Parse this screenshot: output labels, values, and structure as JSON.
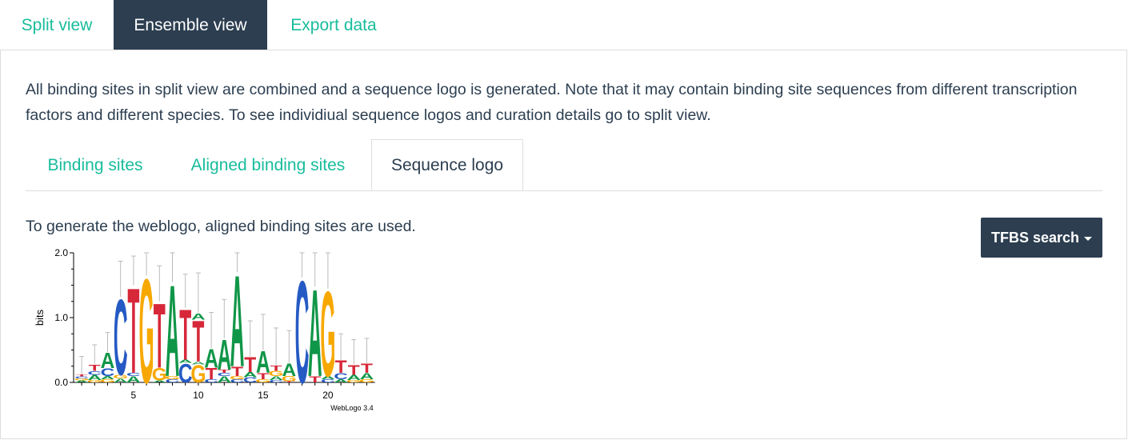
{
  "top_tabs": [
    {
      "label": "Split view",
      "active": false
    },
    {
      "label": "Ensemble view",
      "active": true
    },
    {
      "label": "Export data",
      "active": false
    }
  ],
  "intro_text": "All binding sites in split view are combined and a sequence logo is generated. Note that it may contain binding site sequences from different transcription factors and different species. To see individiual sequence logos and curation details go to split view.",
  "sub_tabs": [
    {
      "label": "Binding sites",
      "active": false
    },
    {
      "label": "Aligned binding sites",
      "active": false
    },
    {
      "label": "Sequence logo",
      "active": true
    }
  ],
  "weblogo_note": "To generate the weblogo, aligned binding sites are used.",
  "tfbs_button": {
    "label": "TFBS search",
    "icon": "caret-down-icon"
  },
  "colors": {
    "A": "#109648",
    "C": "#255ac4",
    "G": "#f7a800",
    "T": "#d62839",
    "accent": "#18bc9c",
    "dark": "#2c3e50"
  },
  "chart_data": {
    "type": "sequence-logo",
    "ylabel": "bits",
    "ylim": [
      0,
      2.0
    ],
    "yticks": [
      "0.0",
      "1.0",
      "2.0"
    ],
    "xticks": [
      5,
      10,
      15,
      20
    ],
    "credit": "WebLogo 3.4",
    "positions": [
      {
        "pos": 1,
        "stack": [
          [
            "A",
            0.03
          ],
          [
            "G",
            0.03
          ],
          [
            "C",
            0.03
          ],
          [
            "T",
            0.03
          ]
        ],
        "err": 0.28
      },
      {
        "pos": 2,
        "stack": [
          [
            "G",
            0.04
          ],
          [
            "A",
            0.08
          ],
          [
            "C",
            0.06
          ],
          [
            "T",
            0.1
          ]
        ],
        "err": 0.3
      },
      {
        "pos": 3,
        "stack": [
          [
            "G",
            0.05
          ],
          [
            "A",
            0.05
          ],
          [
            "C",
            0.12
          ],
          [
            "A",
            0.25
          ]
        ],
        "err": 0.3
      },
      {
        "pos": 4,
        "stack": [
          [
            "A",
            0.06
          ],
          [
            "G",
            0.06
          ],
          [
            "C",
            1.2
          ]
        ],
        "err": 0.55
      },
      {
        "pos": 5,
        "stack": [
          [
            "A",
            0.1
          ],
          [
            "C",
            0.05
          ],
          [
            "T",
            1.35
          ]
        ],
        "err": 0.45
      },
      {
        "pos": 6,
        "stack": [
          [
            "G",
            1.65
          ]
        ],
        "err": 0.35
      },
      {
        "pos": 7,
        "stack": [
          [
            "A",
            0.03
          ],
          [
            "G",
            0.2
          ],
          [
            "T",
            1.02
          ]
        ],
        "err": 0.55
      },
      {
        "pos": 8,
        "stack": [
          [
            "C",
            0.05
          ],
          [
            "G",
            0.05
          ],
          [
            "A",
            1.45
          ]
        ],
        "err": 0.5
      },
      {
        "pos": 9,
        "stack": [
          [
            "C",
            0.3
          ],
          [
            "A",
            0.05
          ],
          [
            "T",
            0.8
          ]
        ],
        "err": 0.52
      },
      {
        "pos": 10,
        "stack": [
          [
            "G",
            0.28
          ],
          [
            "A",
            0.04
          ],
          [
            "T",
            0.65
          ],
          [
            "A",
            0.1
          ]
        ],
        "err": 0.62
      },
      {
        "pos": 11,
        "stack": [
          [
            "C",
            0.05
          ],
          [
            "T",
            0.18
          ],
          [
            "A",
            0.3
          ]
        ],
        "err": 0.55
      },
      {
        "pos": 12,
        "stack": [
          [
            "A",
            0.1
          ],
          [
            "C",
            0.05
          ],
          [
            "T",
            0.05
          ],
          [
            "A",
            0.48
          ]
        ],
        "err": 0.6
      },
      {
        "pos": 13,
        "stack": [
          [
            "C",
            0.05
          ],
          [
            "G",
            0.05
          ],
          [
            "T",
            0.15
          ],
          [
            "A",
            1.45
          ]
        ],
        "err": 0.6
      },
      {
        "pos": 14,
        "stack": [
          [
            "C",
            0.08
          ],
          [
            "A",
            0.08
          ],
          [
            "T",
            0.24
          ]
        ],
        "err": 0.55
      },
      {
        "pos": 15,
        "stack": [
          [
            "G",
            0.05
          ],
          [
            "T",
            0.1
          ],
          [
            "A",
            0.35
          ]
        ],
        "err": 0.55
      },
      {
        "pos": 16,
        "stack": [
          [
            "C",
            0.04
          ],
          [
            "A",
            0.06
          ],
          [
            "G",
            0.08
          ],
          [
            "T",
            0.08
          ]
        ],
        "err": 0.58
      },
      {
        "pos": 17,
        "stack": [
          [
            "T",
            0.02
          ],
          [
            "G",
            0.08
          ],
          [
            "A",
            0.2
          ]
        ],
        "err": 0.5
      },
      {
        "pos": 18,
        "stack": [
          [
            "C",
            1.62
          ]
        ],
        "err": 0.42
      },
      {
        "pos": 19,
        "stack": [
          [
            "T",
            0.1
          ],
          [
            "A",
            1.38
          ]
        ],
        "err": 0.55
      },
      {
        "pos": 20,
        "stack": [
          [
            "C",
            0.05
          ],
          [
            "A",
            0.05
          ],
          [
            "G",
            1.35
          ]
        ],
        "err": 0.55
      },
      {
        "pos": 21,
        "stack": [
          [
            "A",
            0.05
          ],
          [
            "C",
            0.1
          ],
          [
            "T",
            0.2
          ]
        ],
        "err": 0.4
      },
      {
        "pos": 22,
        "stack": [
          [
            "G",
            0.04
          ],
          [
            "A",
            0.08
          ],
          [
            "T",
            0.16
          ]
        ],
        "err": 0.38
      },
      {
        "pos": 23,
        "stack": [
          [
            "G",
            0.05
          ],
          [
            "A",
            0.1
          ],
          [
            "T",
            0.15
          ]
        ],
        "err": 0.38
      }
    ]
  }
}
